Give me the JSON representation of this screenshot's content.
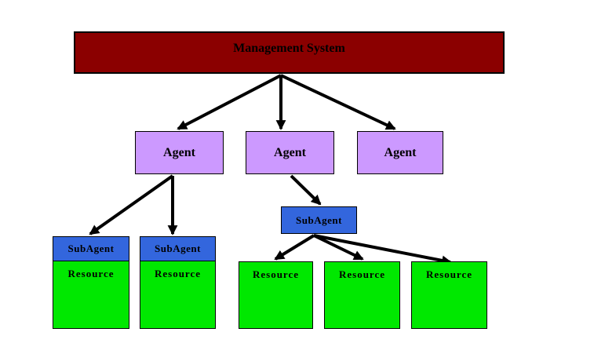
{
  "diagram": {
    "management": {
      "label": "Management System"
    },
    "agents": [
      {
        "label": "Agent"
      },
      {
        "label": "Agent"
      },
      {
        "label": "Agent"
      }
    ],
    "subagents": [
      {
        "label": "SubAgent"
      },
      {
        "label": "SubAgent"
      },
      {
        "label": "SubAgent"
      }
    ],
    "resources": [
      {
        "label": "Resource"
      },
      {
        "label": "Resource"
      },
      {
        "label": "Resource"
      },
      {
        "label": "Resource"
      },
      {
        "label": "Resource"
      }
    ],
    "edges": [
      {
        "from": "management-system",
        "to": "agent-1"
      },
      {
        "from": "management-system",
        "to": "agent-2"
      },
      {
        "from": "management-system",
        "to": "agent-3"
      },
      {
        "from": "agent-1",
        "to": "subagent-1"
      },
      {
        "from": "agent-1",
        "to": "subagent-2"
      },
      {
        "from": "agent-2",
        "to": "subagent-3"
      },
      {
        "from": "subagent-3",
        "to": "resource-3"
      },
      {
        "from": "subagent-3",
        "to": "resource-4"
      },
      {
        "from": "subagent-3",
        "to": "resource-5"
      }
    ],
    "colors": {
      "management_fill": "#8B0000",
      "agent_fill": "#CC99FF",
      "subagent_fill": "#3366DD",
      "resource_fill": "#00E800",
      "edge": "#000000",
      "text": "#000000",
      "background": "#FFFFFF"
    }
  }
}
